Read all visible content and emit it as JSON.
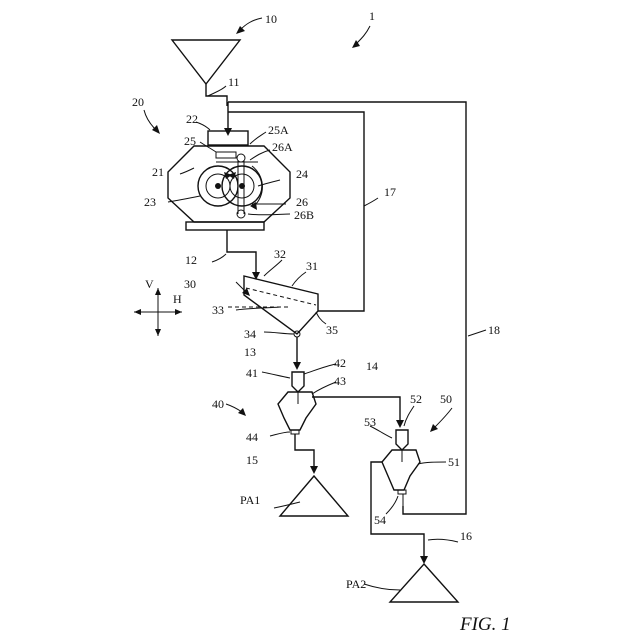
{
  "figure": {
    "caption": "FIG. 1"
  },
  "labels": {
    "l1": "1",
    "l10": "10",
    "l11": "11",
    "l12": "12",
    "l13": "13",
    "l14": "14",
    "l15": "15",
    "l16": "16",
    "l17": "17",
    "l18": "18",
    "l20": "20",
    "l21": "21",
    "l22": "22",
    "l23": "23",
    "l24": "24",
    "l25": "25",
    "l25A": "25A",
    "l26": "26",
    "l26A": "26A",
    "l26B": "26B",
    "l30": "30",
    "l31": "31",
    "l32": "32",
    "l33": "33",
    "l34": "34",
    "l35": "35",
    "l40": "40",
    "l41": "41",
    "l42": "42",
    "l43": "43",
    "l44": "44",
    "l50": "50",
    "l51": "51",
    "l52": "52",
    "l53": "53",
    "l54": "54",
    "lPA1": "PA1",
    "lPA2": "PA2",
    "lV": "V",
    "lH": "H"
  }
}
